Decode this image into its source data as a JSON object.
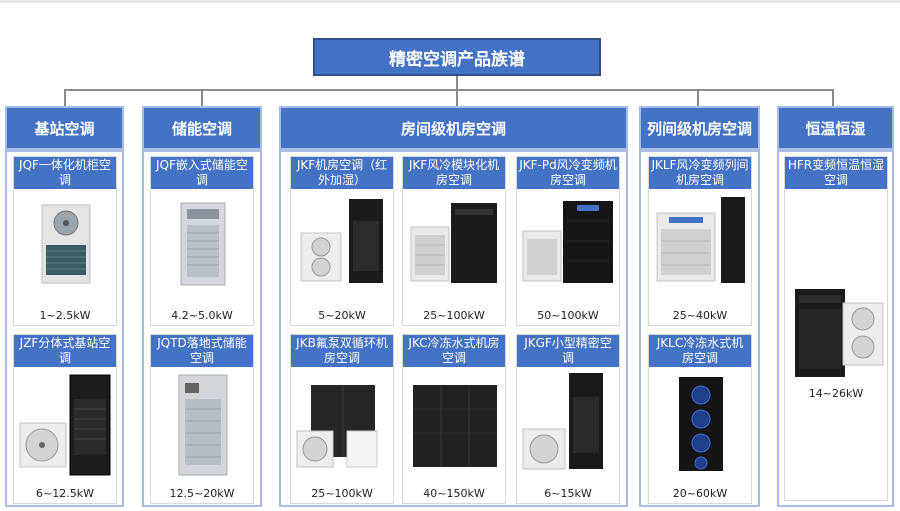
{
  "title": "精密空调产品族谱",
  "categories": [
    {
      "label": "基站空调",
      "products": [
        {
          "name": "JQF一体化机柜空调",
          "capacity": "1~2.5kW",
          "icon": "wall-cabinet-ac-icon"
        },
        {
          "name": "JZF分体式基站空调",
          "capacity": "6~12.5kW",
          "icon": "split-ac-icon"
        }
      ]
    },
    {
      "label": "储能空调",
      "products": [
        {
          "name": "JQF嵌入式储能空调",
          "capacity": "4.2~5.0kW",
          "icon": "embedded-ac-icon"
        },
        {
          "name": "JQTD落地式储能空调",
          "capacity": "12.5~20kW",
          "icon": "floor-ac-icon"
        }
      ]
    },
    {
      "label": "房间级机房空调",
      "products": [
        {
          "name": "JKF机房空调（红外加湿）",
          "capacity": "5~20kW",
          "icon": "room-ac-icon"
        },
        {
          "name": "JKF风冷模块化机房空调",
          "capacity": "25~100kW",
          "icon": "modular-ac-icon"
        },
        {
          "name": "JKF-Pd风冷变频机房空调",
          "capacity": "50~100kW",
          "icon": "inverter-ac-icon"
        },
        {
          "name": "JKB氟泵双循环机房空调",
          "capacity": "25~100kW",
          "icon": "pump-ac-icon"
        },
        {
          "name": "JKC冷冻水式机房空调",
          "capacity": "40~150kW",
          "icon": "chilled-water-ac-icon"
        },
        {
          "name": "JKGF小型精密空调",
          "capacity": "6~15kW",
          "icon": "small-precision-ac-icon"
        }
      ]
    },
    {
      "label": "列间级机房空调",
      "products": [
        {
          "name": "JKLF风冷变频列间机房空调",
          "capacity": "25~40kW",
          "icon": "inrow-ac-icon"
        },
        {
          "name": "JKLC冷冻水式机房空调",
          "capacity": "20~60kW",
          "icon": "inrow-chilled-ac-icon"
        }
      ]
    },
    {
      "label": "恒温恒湿",
      "products": [
        {
          "name": "HFR变频恒温恒湿空调",
          "capacity": "14~26kW",
          "icon": "constant-temp-ac-icon"
        }
      ]
    }
  ]
}
